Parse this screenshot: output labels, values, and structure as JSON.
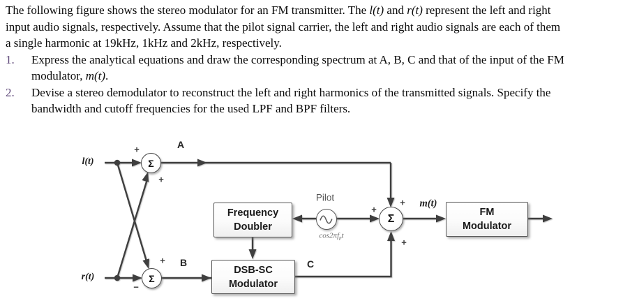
{
  "colors": {
    "list_number": "#5f497a",
    "wire": "#3f3f3f",
    "block_border": "#595959",
    "block_text": "#1a1a1a",
    "pilot_text": "#545454"
  },
  "problem": {
    "paragraph_lines": [
      [
        {
          "t": "The following figure shows the stereo modulator for an FM transmitter. The "
        },
        {
          "t": "l(t)",
          "i": true
        },
        {
          "t": " and "
        },
        {
          "t": "r(t)",
          "i": true
        },
        {
          "t": " represent the left and right"
        }
      ],
      [
        {
          "t": "input audio signals, respectively. Assume that the pilot signal carrier, the left and right audio signals are each of them"
        }
      ],
      [
        {
          "t": "a single harmonic at 19kHz, 1kHz and 2kHz, respectively."
        }
      ]
    ],
    "list_items": [
      {
        "number": "1.",
        "lines": [
          [
            {
              "t": "Express the analytical equations and draw the corresponding spectrum at A, B, C and that of the input of the FM"
            }
          ],
          [
            {
              "t": "modulator, "
            },
            {
              "t": "m(t)",
              "i": true
            },
            {
              "t": "."
            }
          ]
        ]
      },
      {
        "number": "2.",
        "lines": [
          [
            {
              "t": "Devise a stereo demodulator to reconstruct the left and right harmonics of the transmitted signals. Specify the"
            }
          ],
          [
            {
              "t": "bandwidth and cutoff frequencies for the used LPF and BPF filters."
            }
          ]
        ]
      }
    ]
  },
  "diagram": {
    "sum_symbol": "Σ",
    "labels": {
      "input_left": "l(t)",
      "input_right": "r(t)",
      "point_a": "A",
      "point_b": "B",
      "point_c": "C",
      "output_m": "m(t)",
      "pilot": "Pilot"
    },
    "pilot_formula": [
      {
        "t": "cos2πf"
      },
      {
        "t": "p",
        "sub": true
      },
      {
        "t": "t"
      }
    ],
    "signs": {
      "sum1_top": "+",
      "sum1_bottom": "+",
      "sum2_top": "+",
      "sum2_bottom": "−",
      "sum3_top": "+",
      "sum3_left": "+",
      "sum3_bottom": "+"
    },
    "blocks": {
      "frequency_doubler": {
        "lines": [
          "Frequency",
          "Doubler"
        ]
      },
      "dsb_sc_modulator": {
        "lines": [
          "DSB-SC",
          "Modulator"
        ]
      },
      "fm_modulator": {
        "lines": [
          "FM",
          "Modulator"
        ]
      }
    }
  }
}
